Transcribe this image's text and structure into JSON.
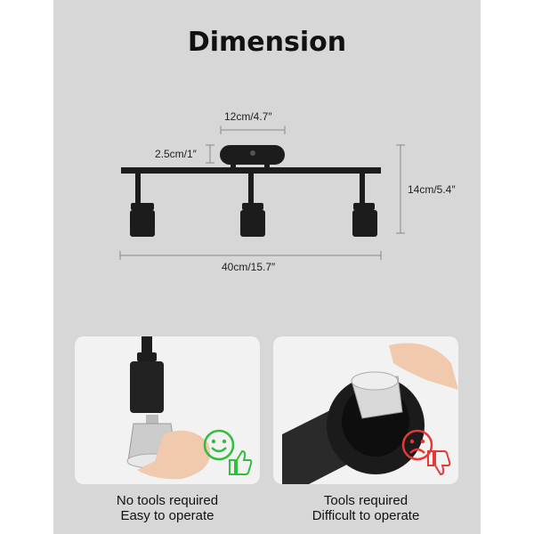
{
  "title": "Dimension",
  "dimensions": {
    "base_width": "12cm/4.7″",
    "base_height": "2.5cm/1″",
    "total_height": "14cm/5.4″",
    "total_length": "40cm/15.7″"
  },
  "comparison": {
    "left": {
      "line1": "No tools required",
      "line2": "Easy to operate",
      "face_icon": "happy-face-icon",
      "thumb_icon": "thumbs-up-icon",
      "accent": "#2fbf3a"
    },
    "right": {
      "line1": "Tools required",
      "line2": "Difficult to operate",
      "face_icon": "sad-face-icon",
      "thumb_icon": "thumbs-down-icon",
      "accent": "#e53935"
    }
  },
  "colors": {
    "panel_bg": "#d7d7d7",
    "fixture": "#1c1c1c",
    "dimension_line": "#888888"
  }
}
